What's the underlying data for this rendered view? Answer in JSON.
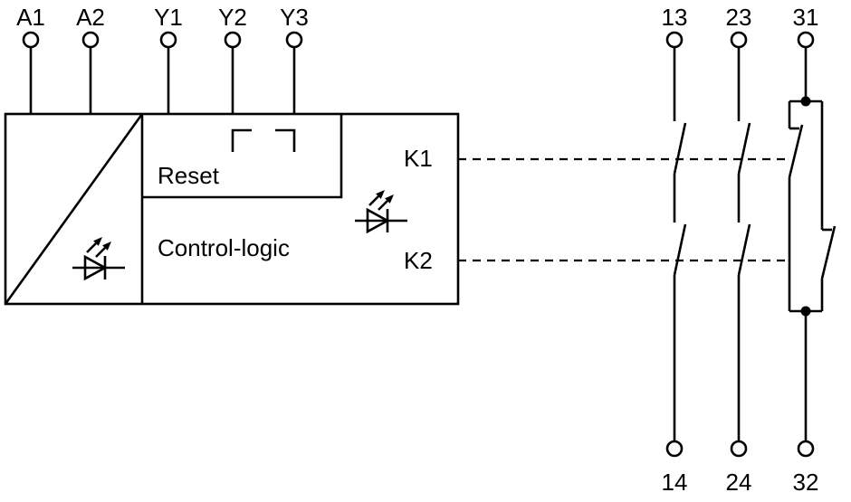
{
  "terminals": {
    "top_left": [
      {
        "label": "A1"
      },
      {
        "label": "A2"
      },
      {
        "label": "Y1"
      },
      {
        "label": "Y2"
      },
      {
        "label": "Y3"
      }
    ],
    "top_right": [
      {
        "label": "13"
      },
      {
        "label": "23"
      },
      {
        "label": "31"
      }
    ],
    "bottom_right": [
      {
        "label": "14"
      },
      {
        "label": "24"
      },
      {
        "label": "32"
      }
    ]
  },
  "module": {
    "reset_label": "Reset",
    "control_logic_label": "Control-logic",
    "relays": [
      {
        "label": "K1"
      },
      {
        "label": "K2"
      }
    ]
  },
  "icons": {
    "led": "led-icon",
    "y2_symbol": "edge-trigger-icon",
    "y3_symbol": "edge-trigger-icon",
    "power_section": "power-supply-diagonal"
  },
  "colors": {
    "line": "#000000",
    "background": "#ffffff"
  }
}
